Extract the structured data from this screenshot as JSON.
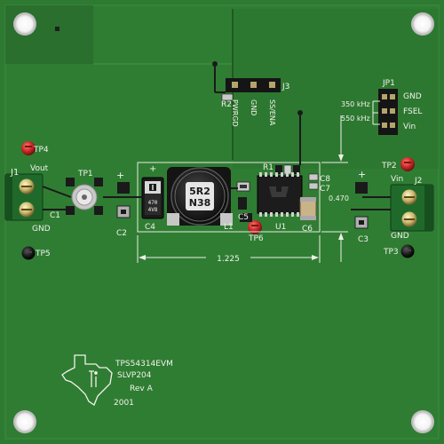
{
  "board": {
    "part_number": "TPS54314EVM",
    "doc_number": "SLVP204",
    "revision": "Rev A",
    "year": "2001"
  },
  "labels": {
    "j1": "J1",
    "vout": "Vout",
    "gnd_left": "GND",
    "tp4": "TP4",
    "tp1": "TP1",
    "tp5": "TP5",
    "c1": "C1",
    "c2": "C2",
    "c4": "C4",
    "l1": "L1",
    "r1": "R1",
    "r2": "R2",
    "c5": "C5",
    "c6": "C6",
    "c7": "C7",
    "c8": "C8",
    "u1": "U1",
    "tp6": "TP6",
    "j3": "J3",
    "pwrgd": "PWRGD",
    "gnd_j3": "GND",
    "ss_ena": "SS/ENA",
    "jp1": "JP1",
    "freq_350": "350 kHz",
    "freq_550": "550 kHz",
    "gnd_jp1": "GND",
    "fsel": "FSEL",
    "vin_jp1": "Vin",
    "tp2": "TP2",
    "vin_right": "Vin",
    "j2": "J2",
    "c3": "C3",
    "gnd_right": "GND",
    "tp3": "TP3",
    "dim_width": "1.225",
    "dim_height": "0.470",
    "plus_c2": "+",
    "plus_c4": "+",
    "plus_c3": "+"
  },
  "components": {
    "inductor_marking_top": "5R2",
    "inductor_marking_bottom": "N38",
    "cap_c4_marking_top": "470",
    "cap_c4_marking_bottom": "4V8"
  },
  "colors": {
    "board_green": "#2f7a32",
    "copper_pour": "#2a6e2c",
    "silkscreen": "#f2f2ea",
    "test_point_red": "#cc2a2a",
    "terminal_block": "#1f6a2a"
  }
}
